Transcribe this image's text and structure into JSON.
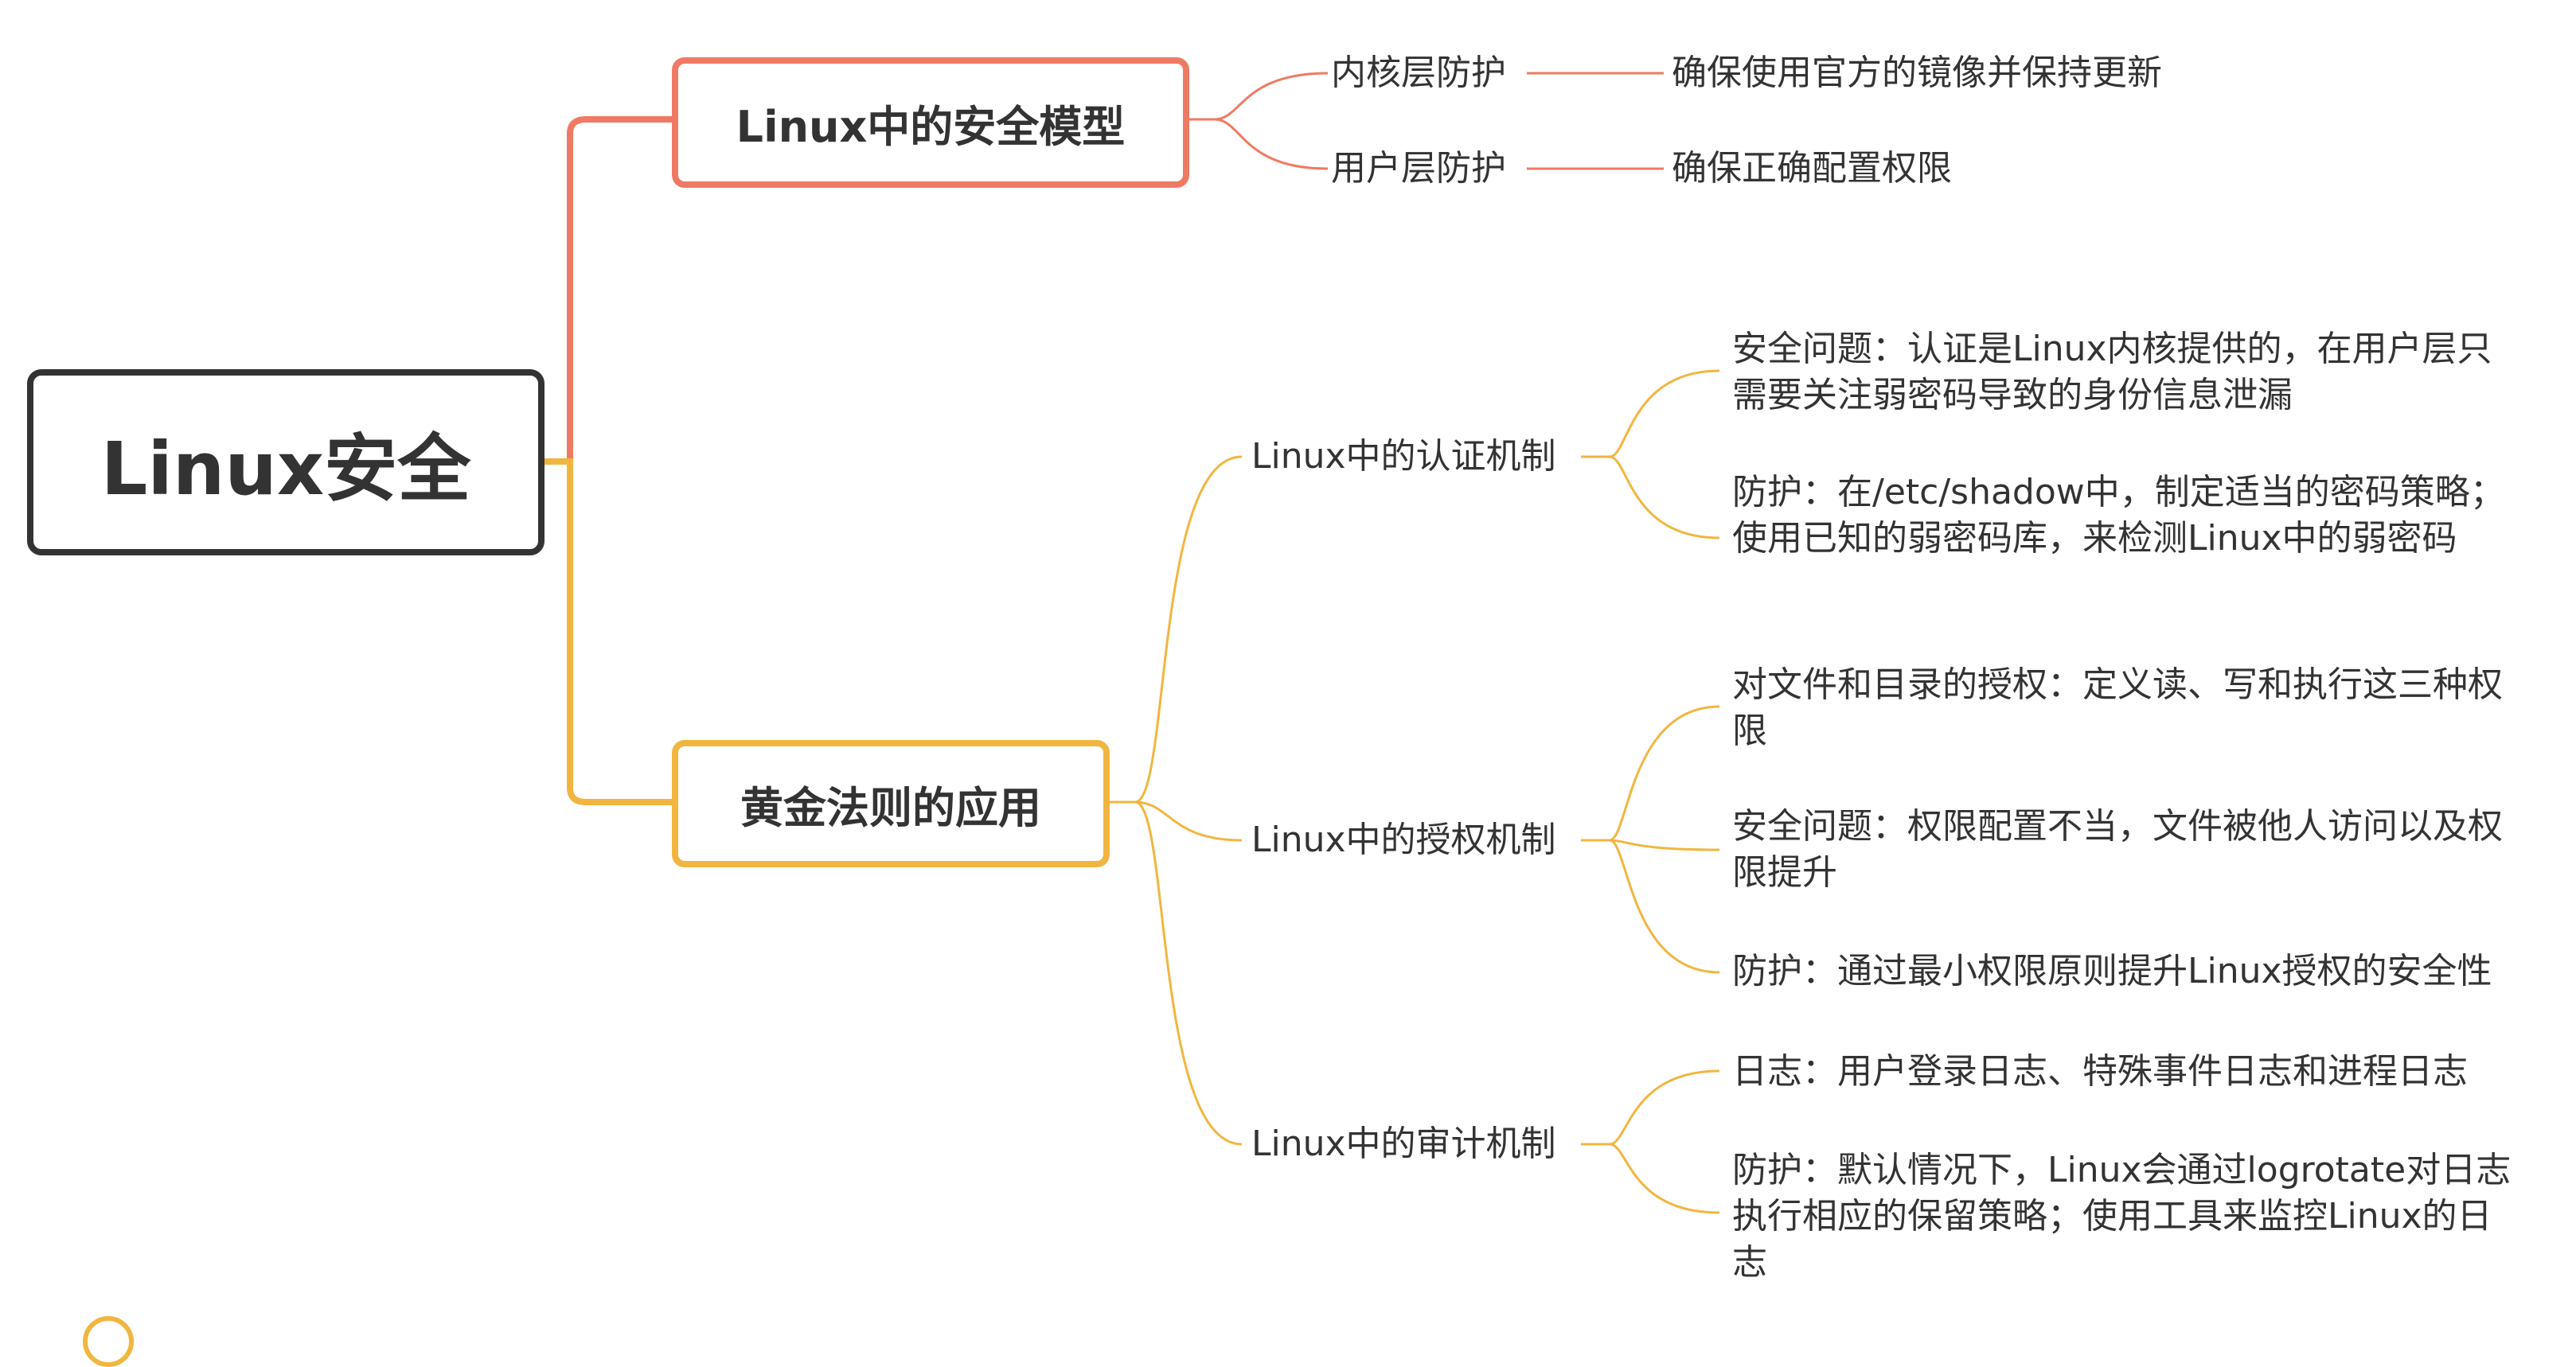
{
  "colors": {
    "root": "#333333",
    "branch_red": "#ef7a64",
    "branch_yellow": "#f1b640"
  },
  "root": {
    "label": "Linux安全"
  },
  "branches": [
    {
      "label": "Linux中的安全模型",
      "children": [
        {
          "label": "内核层防护",
          "detail": "确保使用官方的镜像并保持更新"
        },
        {
          "label": "用户层防护",
          "detail": "确保正确配置权限"
        }
      ]
    },
    {
      "label": "黄金法则的应用",
      "children": [
        {
          "label": "Linux中的认证机制",
          "details": [
            "安全问题：认证是Linux内核提供的，在用户层只需要关注弱密码导致的身份信息泄漏",
            "防护：在/etc/shadow中，制定适当的密码策略；使用已知的弱密码库，来检测Linux中的弱密码"
          ]
        },
        {
          "label": "Linux中的授权机制",
          "details": [
            "对文件和目录的授权：定义读、写和执行这三种权限",
            "安全问题：权限配置不当，文件被他人访问以及权限提升",
            "防护：通过最小权限原则提升Linux授权的安全性"
          ]
        },
        {
          "label": "Linux中的审计机制",
          "details": [
            "日志：用户登录日志、特殊事件日志和进程日志",
            "防护：默认情况下，Linux会通过logrotate对日志执行相应的保留策略；使用工具来监控Linux的日志"
          ]
        }
      ]
    }
  ]
}
